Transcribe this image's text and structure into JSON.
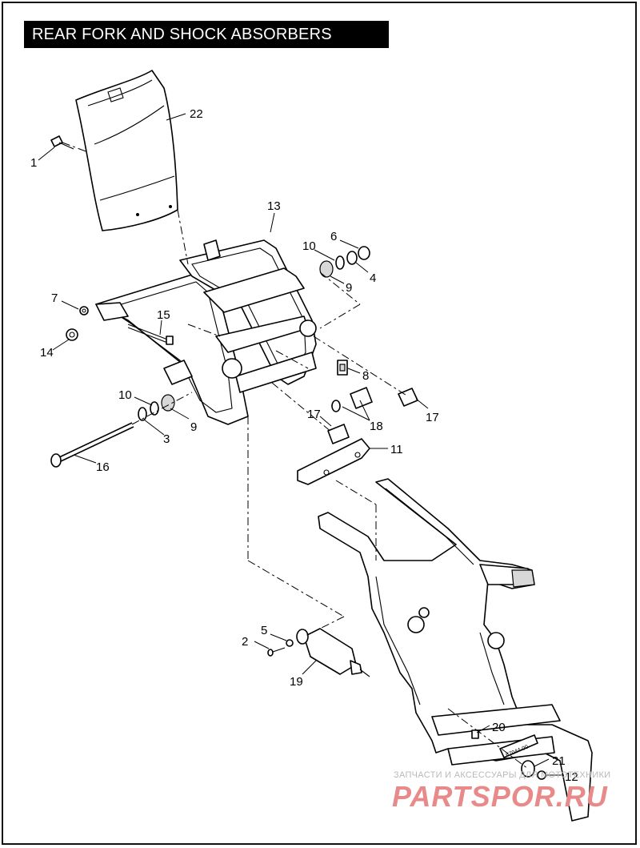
{
  "title": "REAR FORK AND SHOCK ABSORBERS",
  "callouts": [
    "1",
    "22",
    "13",
    "6",
    "10",
    "4",
    "9",
    "7",
    "15",
    "14",
    "8",
    "10",
    "17",
    "9",
    "3",
    "18",
    "17",
    "11",
    "16",
    "5",
    "2",
    "19",
    "20",
    "21",
    "12"
  ],
  "watermark": {
    "caption": "ЗАПЧАСТИ И АКСЕССУАРЫ ДЛЯ МОТОТЕХНИКИ",
    "brand": "PARTSPOR.RU",
    "brand_color": "#e98a8a"
  },
  "frame_label": "67044-00"
}
